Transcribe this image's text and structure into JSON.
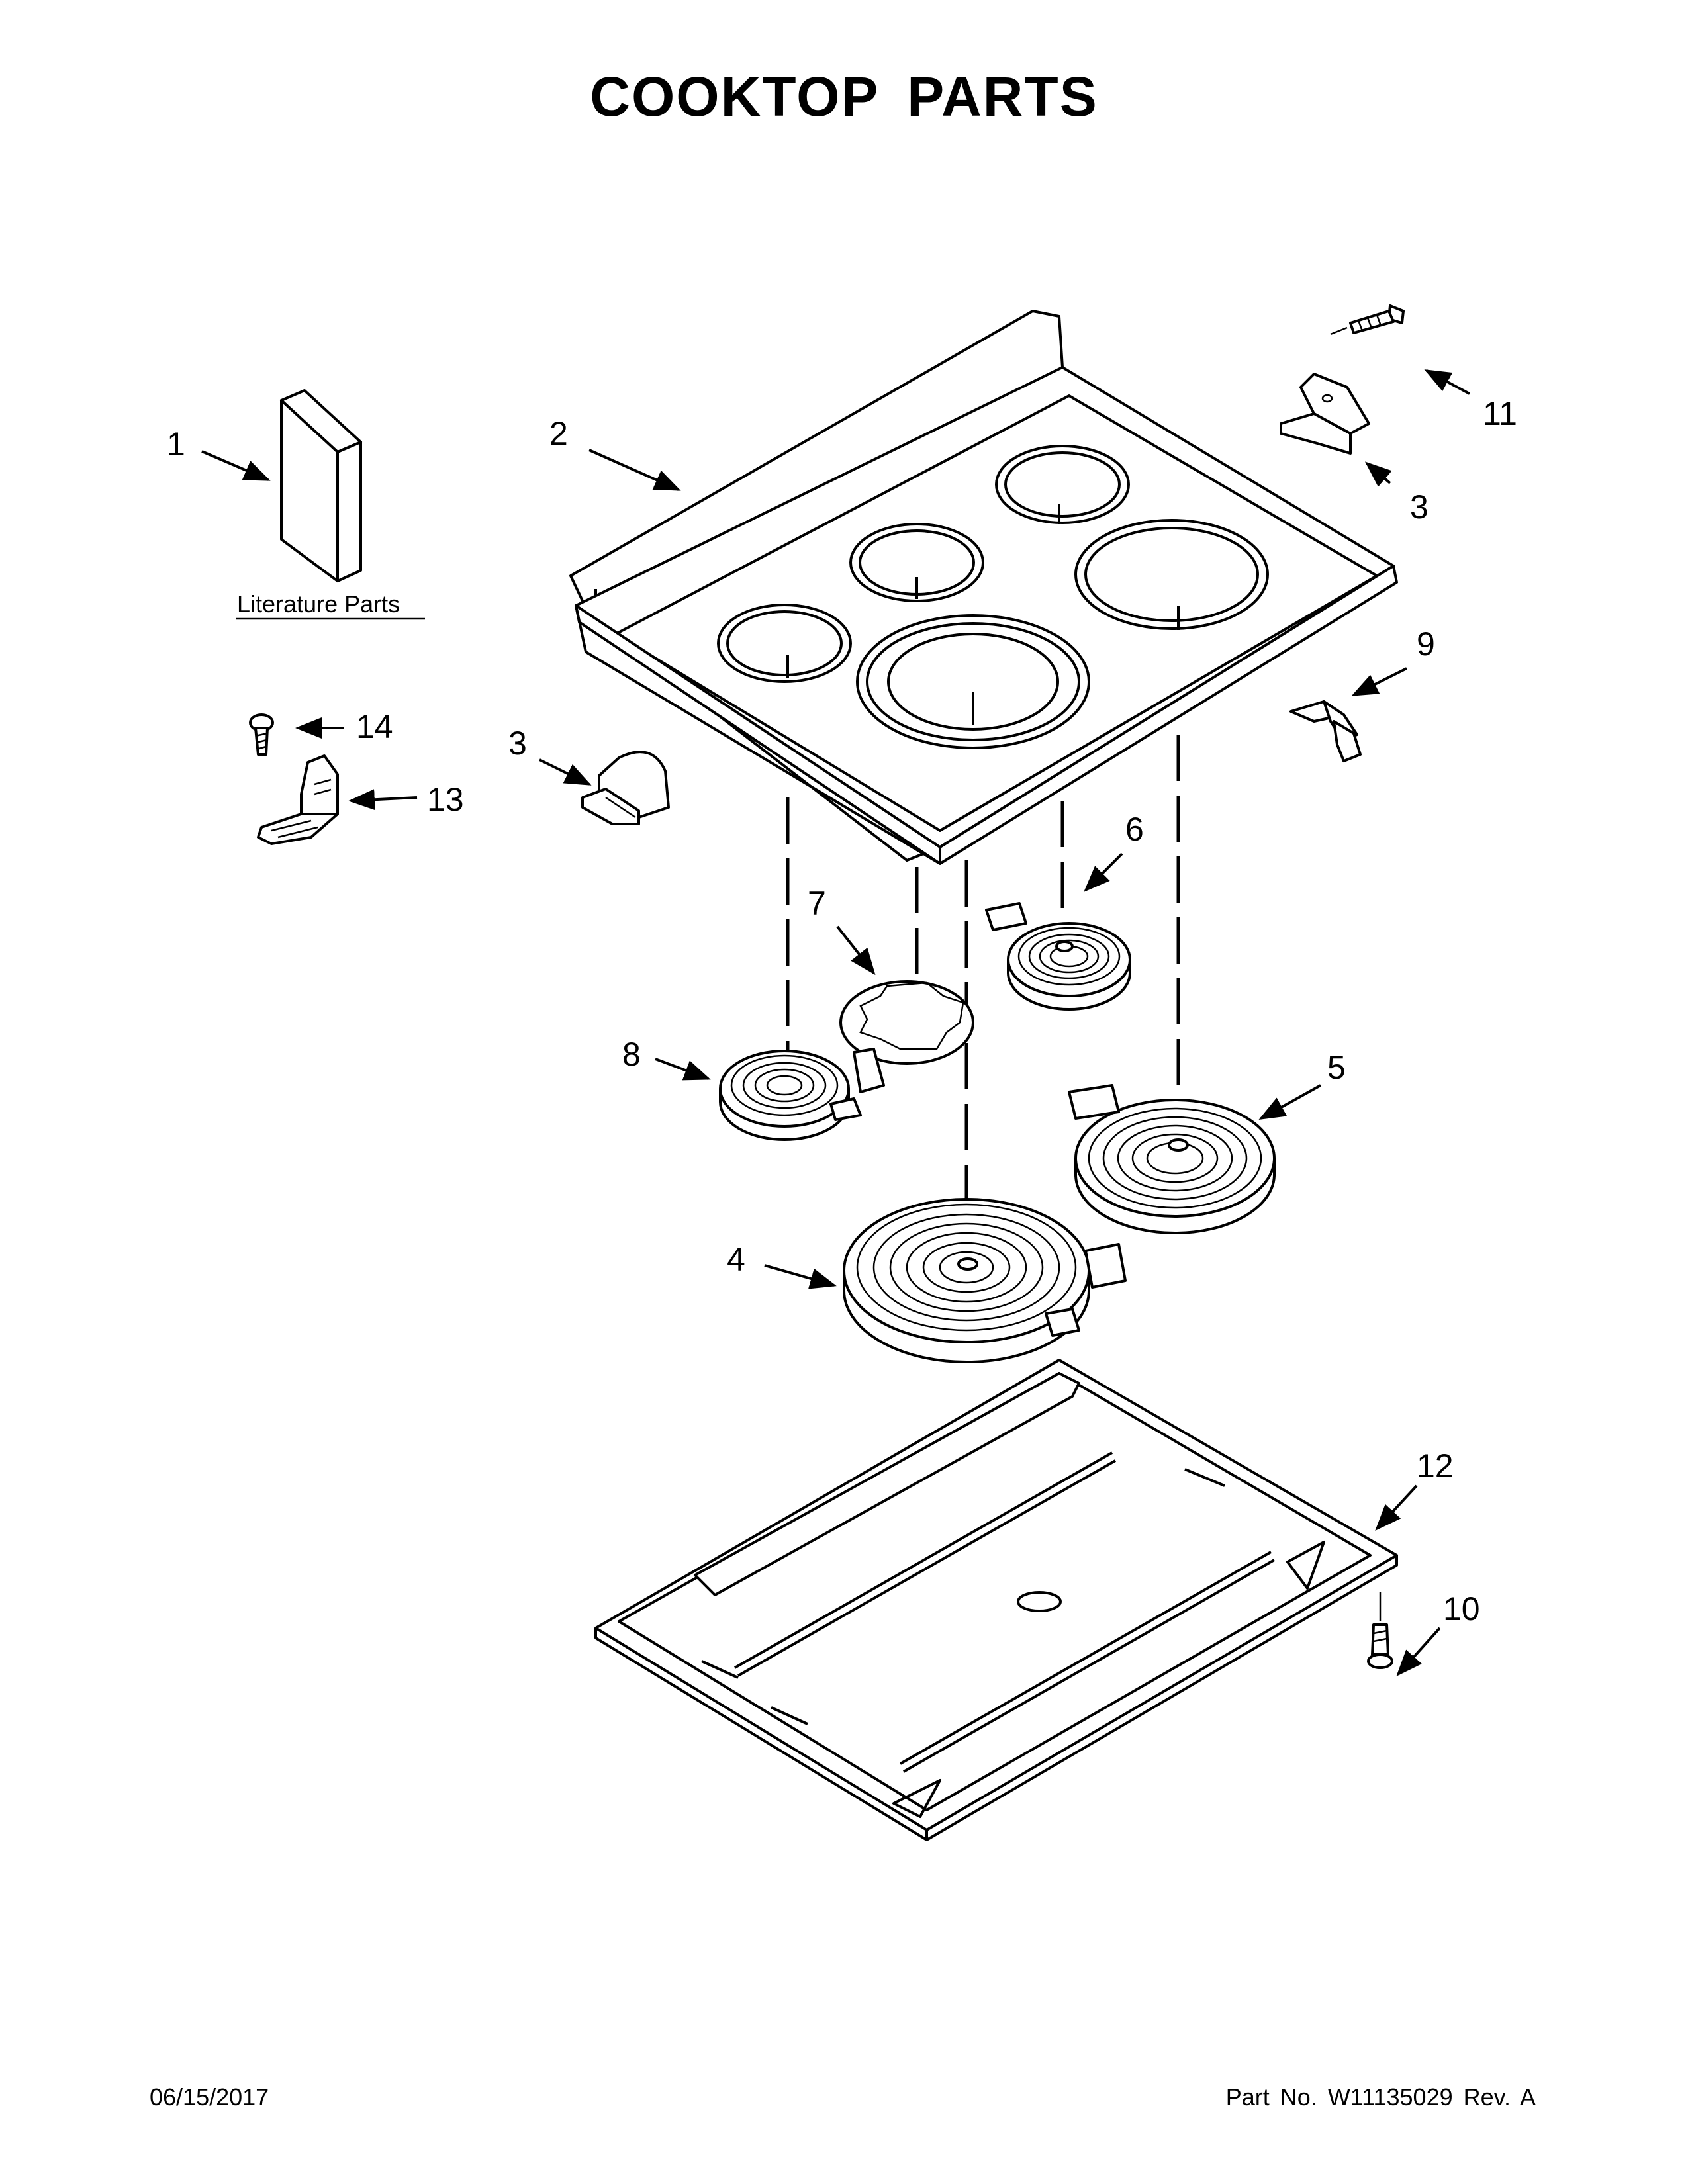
{
  "title": "COOKTOP PARTS",
  "literature_label": "Literature Parts",
  "callouts": {
    "c1": "1",
    "c2": "2",
    "c3a": "3",
    "c3b": "3",
    "c4": "4",
    "c5": "5",
    "c6": "6",
    "c7": "7",
    "c8": "8",
    "c9": "9",
    "c10": "10",
    "c11": "11",
    "c12": "12",
    "c13": "13",
    "c14": "14"
  },
  "footer": {
    "date": "06/15/2017",
    "part_number": "Part No.  W11135029  Rev.  A"
  }
}
